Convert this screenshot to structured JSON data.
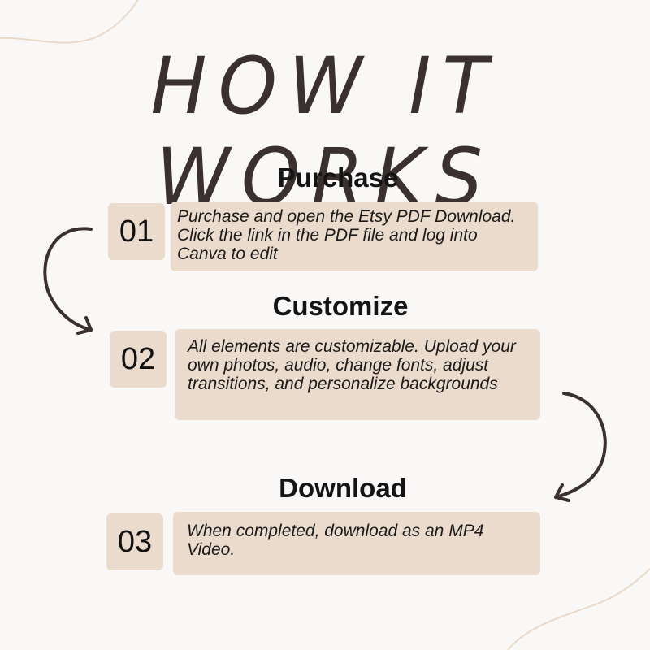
{
  "title": "HOW IT WORKS",
  "steps": [
    {
      "heading": "Purchase",
      "number": "01",
      "text": "Purchase and open the Etsy PDF Download. Click the link in the PDF file and log into Canva to edit"
    },
    {
      "heading": "Customize",
      "number": "02",
      "text": "All elements are customizable. Upload your own photos, audio, change fonts, adjust transitions, and personalize backgrounds"
    },
    {
      "heading": "Download",
      "number": "03",
      "text": "When completed, download as an MP4 Video."
    }
  ],
  "colors": {
    "background": "#f9f8f7",
    "box": "#ebdbcd",
    "arrow": "#3b3030",
    "decorative_line": "#e9d9c8"
  },
  "icons": [
    "curved-arrow-left-icon",
    "curved-arrow-right-icon"
  ]
}
